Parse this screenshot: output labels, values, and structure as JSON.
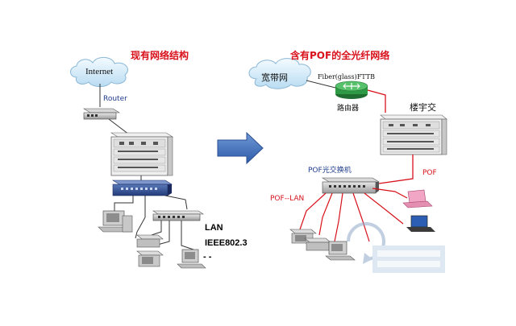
{
  "left": {
    "title": "现有网络结构",
    "cloud_label": "Internet",
    "router_label": "Router",
    "lan_label": "LAN",
    "standard_label": "IEEE802.3",
    "continuation": "- -"
  },
  "right": {
    "title": "含有POF的全光纤网络",
    "cloud_label": "宽带网",
    "fiber_label": "Fiber(glass)FTTB",
    "router_label": "路由器",
    "building_switch_label": "楼宇交",
    "pof_switch_label": "POF光交换机",
    "pof_lan_label": "POF--LAN",
    "pof_label": "POF"
  },
  "colors": {
    "title": "#d8111b",
    "arrow": "#3a6ab5",
    "router_green": "#2f9a45",
    "fiber_red": "#d8111b"
  }
}
